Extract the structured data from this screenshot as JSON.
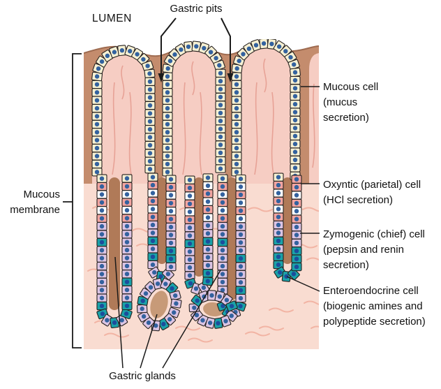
{
  "figure": {
    "title": "Gastric mucosa diagram",
    "labels": {
      "lumen": "LUMEN",
      "gastric_pits": "Gastric pits",
      "mucous_membrane": [
        "Mucous",
        "membrane"
      ],
      "gastric_glands": "Gastric glands"
    },
    "cell_labels": {
      "mucous": [
        "Mucous cell",
        "(mucus",
        "secretion)"
      ],
      "oxyntic": [
        "Oxyntic (parietal) cell",
        "(HCl secretion)"
      ],
      "zymogenic": [
        "Zymogenic (chief) cell",
        "(pepsin and renin",
        "secretion)"
      ],
      "enteroendocrine": [
        "Enteroendocrine cell",
        "(biogenic amines and",
        "polypeptide secretion)"
      ]
    }
  },
  "colors": {
    "lamina_brown": "#c48c6d",
    "surface_edge": "#9e6b50",
    "submucosa_pink": "#f9dcd1",
    "ridge_pink": "#f6cdc3",
    "ridge_streak": "#e7a296",
    "texture_pink": "#f2b4a4",
    "gland_lumen": "#b07a58",
    "ring_lumen": "#c79a78",
    "cell_outline": "#26211f",
    "mucous_cell": "#f6f0d3",
    "parietal_cell": "#f2a5a1",
    "neck_white": "#ffffff",
    "chief_cell": "#dcc5e4",
    "endocrine_cell": "#1aa2a8",
    "nucleus": "#33629f",
    "endocrine_nucleus": "#1c4d9c",
    "line_color": "#1a1a1a"
  }
}
